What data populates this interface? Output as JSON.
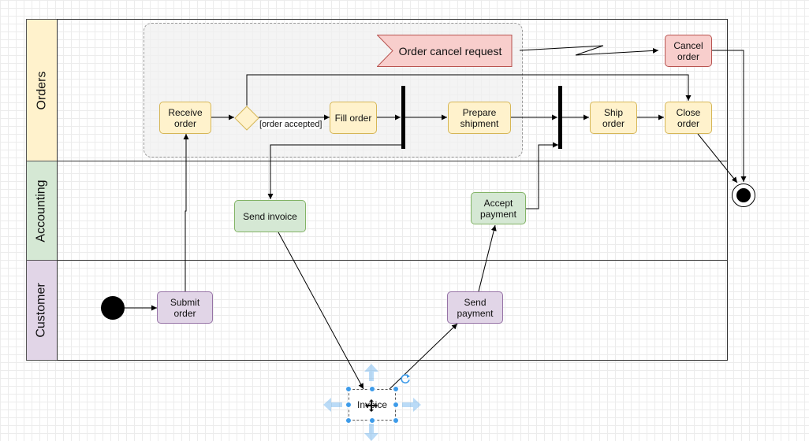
{
  "lanes": [
    {
      "label": "Orders",
      "color": "#fff2cc"
    },
    {
      "label": "Accounting",
      "color": "#d5e8d4"
    },
    {
      "label": "Customer",
      "color": "#e1d5e7"
    }
  ],
  "nodes": {
    "receive_order": "Receive\norder",
    "fill_order": "Fill order",
    "prepare_shipment": "Prepare\nshipment",
    "ship_order": "Ship\norder",
    "close_order": "Close\norder",
    "cancel_order": "Cancel\norder",
    "send_invoice": "Send invoice",
    "accept_payment": "Accept\npayment",
    "submit_order": "Submit\norder",
    "send_payment": "Send\npayment",
    "invoice": "Invoice"
  },
  "signal": {
    "label": "Order cancel request",
    "color": "#f8cecc"
  },
  "edge_labels": {
    "order_accepted": "[order accepted]"
  },
  "icons": {
    "move": "move-cross-icon",
    "rotate": "rotate-icon",
    "arrow_up": "arrow-up-icon",
    "arrow_down": "arrow-down-icon",
    "arrow_left": "arrow-left-icon",
    "arrow_right": "arrow-right-icon"
  },
  "selection_color": "#3d9be9"
}
